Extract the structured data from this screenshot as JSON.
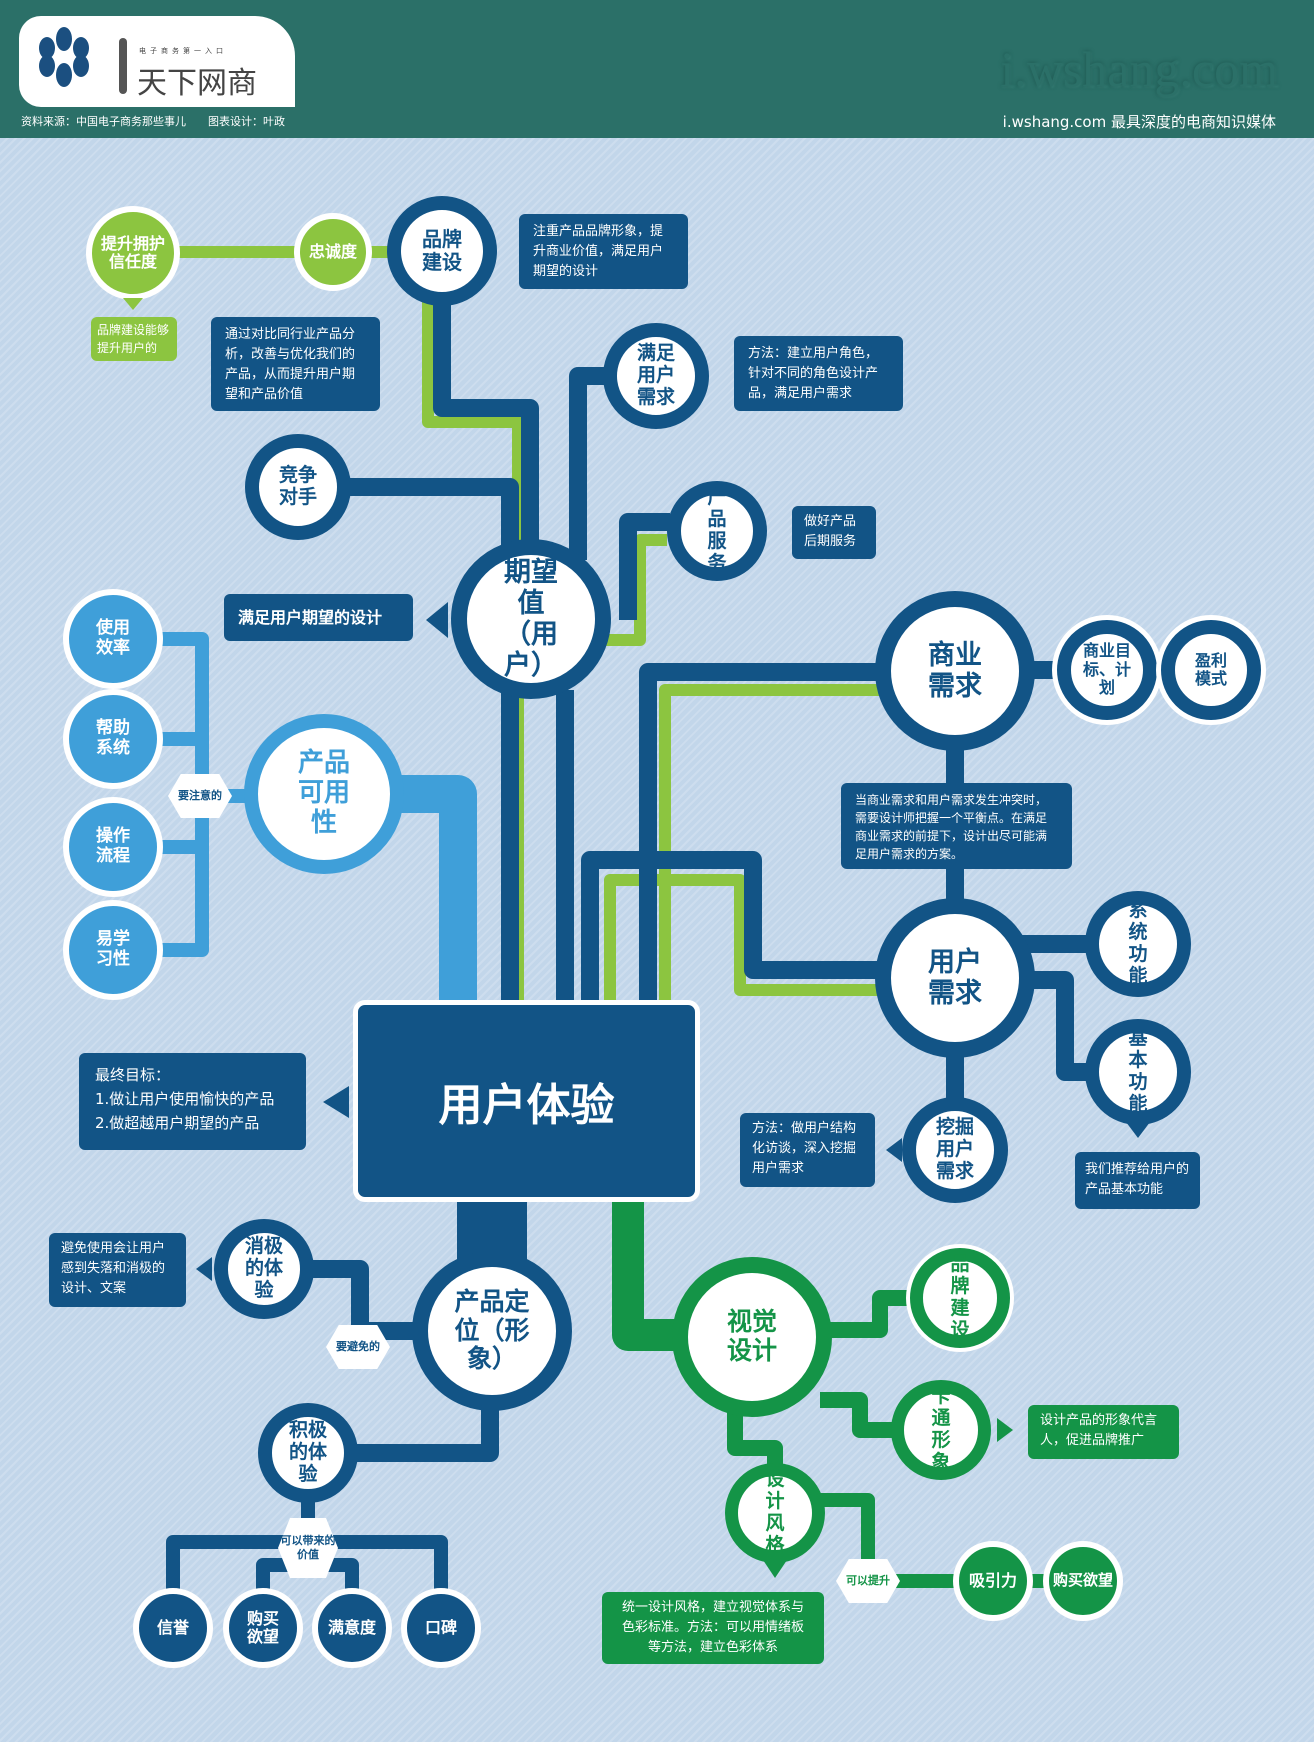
{
  "header": {
    "logo_small": "电子商务第一入口",
    "logo_name": "天下网商",
    "source": "资料来源：中国电子商务那些事儿　　图表设计：叶政",
    "site": "i.wshang.com",
    "tagline": "i.wshang.com 最具深度的电商知识媒体"
  },
  "center": "用户体验",
  "goal_box": {
    "title": "最终目标：",
    "items": [
      "1.做让用户使用愉快的产品",
      "2.做超越用户期望的产品"
    ]
  },
  "expectation": {
    "label": "期望值（用户）",
    "box": "满足用户期望的设计",
    "brand": {
      "label": "品牌建设",
      "box": "注重产品品牌形象，提升商业价值，满足用户期望的设计",
      "loyalty": "忠诚度",
      "trust": "提升拥护信任度",
      "trust_box": "品牌建设能够提升用户的"
    },
    "competitor": {
      "label": "竞争对手",
      "box": "通过对比同行业产品分析，改善与优化我们的产品，从而提升用户期望和产品价值"
    },
    "meet_needs": {
      "label": "满足用户需求",
      "box": "方法：建立用户角色，针对不同的角色设计产品，满足用户需求"
    },
    "service": {
      "label": "产品服务",
      "box": "做好产品后期服务"
    }
  },
  "business": {
    "label": "商业需求",
    "children": [
      "商业目标、计划",
      "盈利模式"
    ],
    "box": "当商业需求和用户需求发生冲突时，需要设计师把握一个平衡点。在满足商业需求的前提下，设计出尽可能满足用户需求的方案。"
  },
  "user_needs": {
    "label": "用户需求",
    "children": [
      "系统功能",
      "基本功能"
    ],
    "basic_box": "我们推荐给用户的产品基本功能",
    "dig": "挖掘用户需求",
    "dig_box": "方法：做用户结构化访谈，深入挖掘用户需求"
  },
  "usability": {
    "label": "产品可用性",
    "hex": "要注意的",
    "children": [
      "使用效率",
      "帮助系统",
      "操作流程",
      "易学习性"
    ]
  },
  "positioning": {
    "label": "产品定位（形象）",
    "negative": "消极的体验",
    "negative_box": "避免使用会让用户感到失落和消极的设计、文案",
    "avoid_hex": "要避免的",
    "positive": "积极的体验",
    "value_hex": "可以带来的价值",
    "values": [
      "信誉",
      "购买欲望",
      "满意度",
      "口碑"
    ]
  },
  "visual": {
    "label": "视觉设计",
    "brand": "品牌建设",
    "cartoon": "卡通形象",
    "cartoon_box": "设计产品的形象代言人，促进品牌推广",
    "style": "设计风格",
    "style_box": "统一设计风格，建立视觉体系与色彩标准。方法：可以用情绪板等方法，建立色彩体系",
    "improve_hex": "可以提升",
    "results": [
      "吸引力",
      "购买欲望"
    ]
  },
  "colors": {
    "dark_blue": "#125486",
    "green": "#149447",
    "lime": "#8cc540",
    "light_blue": "#3f9fd9",
    "header": "#2b7068"
  }
}
